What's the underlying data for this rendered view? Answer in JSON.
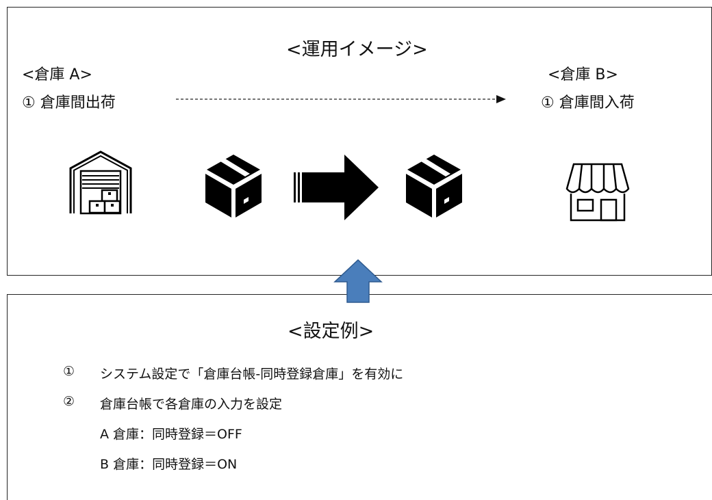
{
  "usage_image": {
    "title": "<運用イメージ>",
    "warehouse_a": {
      "label": "<倉庫 A>",
      "action": "① 倉庫間出荷"
    },
    "warehouse_b": {
      "label": "<倉庫 B>",
      "action": "① 倉庫間入荷"
    },
    "icons": [
      "warehouse-icon",
      "package-box-icon",
      "right-arrow-icon",
      "package-box-icon",
      "store-icon"
    ]
  },
  "setting_example": {
    "title": "<設定例>",
    "steps": [
      {
        "number": "①",
        "text": "システム設定で「倉庫台帳-同時登録倉庫」を有効に"
      },
      {
        "number": "②",
        "text": "倉庫台帳で各倉庫の入力を設定"
      }
    ],
    "details": [
      "A 倉庫：同時登録＝OFF",
      "B 倉庫：同時登録＝ON"
    ]
  },
  "colors": {
    "up_arrow": "#4a7ebb",
    "up_arrow_stroke": "#2e5a8f",
    "icon": "#000000",
    "border": "#222222"
  }
}
